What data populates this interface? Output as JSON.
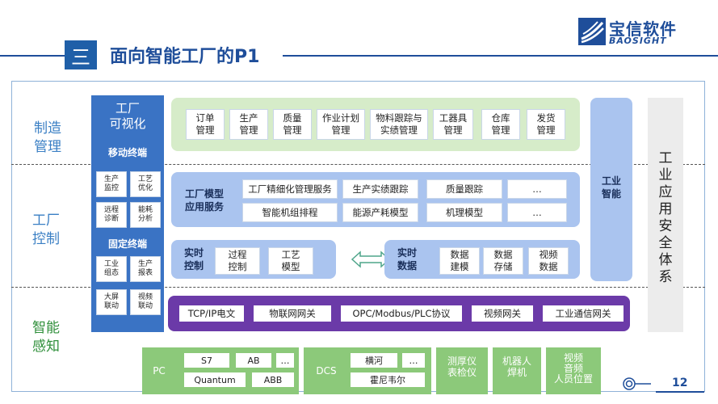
{
  "header": {
    "section_number": "三",
    "title": "面向智能工厂的P1",
    "logo_cn": "宝信软件",
    "logo_en": "BAOSIGHT"
  },
  "sections": {
    "manufacturing": [
      "制造",
      "管理"
    ],
    "factory_control": [
      "工厂",
      "控制"
    ],
    "smart_sensing": [
      "智能",
      "感知"
    ]
  },
  "left_column": {
    "title": [
      "工厂",
      "可视化"
    ],
    "mobile_label": "移动终端",
    "mobile_items": [
      [
        "生产",
        "监控"
      ],
      [
        "工艺",
        "优化"
      ],
      [
        "远程",
        "诊断"
      ],
      [
        "能耗",
        "分析"
      ]
    ],
    "fixed_label": "固定终端",
    "fixed_items": [
      [
        "工业",
        "组态"
      ],
      [
        "生产",
        "报表"
      ],
      [
        "大屏",
        "联动"
      ],
      [
        "视频",
        "联动"
      ]
    ]
  },
  "management": [
    [
      "订单",
      "管理"
    ],
    [
      "生产",
      "管理"
    ],
    [
      "质量",
      "管理"
    ],
    [
      "作业计划",
      "管理"
    ],
    [
      "物料跟踪与",
      "实绩管理"
    ],
    [
      "工器具",
      "管理"
    ],
    [
      "仓库",
      "管理"
    ],
    [
      "发货",
      "管理"
    ]
  ],
  "factory_model": {
    "label": [
      "工厂模型",
      "应用服务"
    ],
    "row1": [
      "工厂精细化管理服务",
      "生产实绩跟踪",
      "质量跟踪",
      "…"
    ],
    "row2": [
      "智能机组排程",
      "能源产耗模型",
      "机理模型",
      "…"
    ]
  },
  "realtime_control": {
    "label": [
      "实时",
      "控制"
    ],
    "items": [
      [
        "过程",
        "控制"
      ],
      [
        "工艺",
        "模型"
      ]
    ]
  },
  "realtime_data": {
    "label": [
      "实时",
      "数据"
    ],
    "items": [
      [
        "数据",
        "建模"
      ],
      [
        "数据",
        "存储"
      ],
      [
        "视频",
        "数据"
      ]
    ]
  },
  "gateway": [
    "TCP/IP电文",
    "物联网网关",
    "OPC/Modbus/PLC协议",
    "视频网关",
    "工业通信网关"
  ],
  "industrial_intelligence": [
    "工业",
    "智能"
  ],
  "security": "工业应用安全体系",
  "devices": {
    "pc": {
      "label": "PC",
      "items": [
        "S7",
        "AB",
        "…",
        "Quantum",
        "ABB"
      ]
    },
    "dcs": {
      "label": "DCS",
      "items": [
        "横河",
        "…",
        "霍尼韦尔"
      ]
    },
    "others": [
      [
        "测厚仪",
        "表检仪"
      ],
      [
        "机器人",
        "焊机"
      ],
      [
        "视频",
        "音频",
        "人员位置"
      ]
    ]
  },
  "page_number": "12",
  "colors": {
    "brand_blue": "#1f4e9a",
    "column_blue": "#3a73c4",
    "light_green": "#d6ecc9",
    "light_blue": "#aac4ef",
    "purple": "#6b3aa8",
    "device_green": "#8cc97a",
    "security_gray": "#ececec"
  }
}
